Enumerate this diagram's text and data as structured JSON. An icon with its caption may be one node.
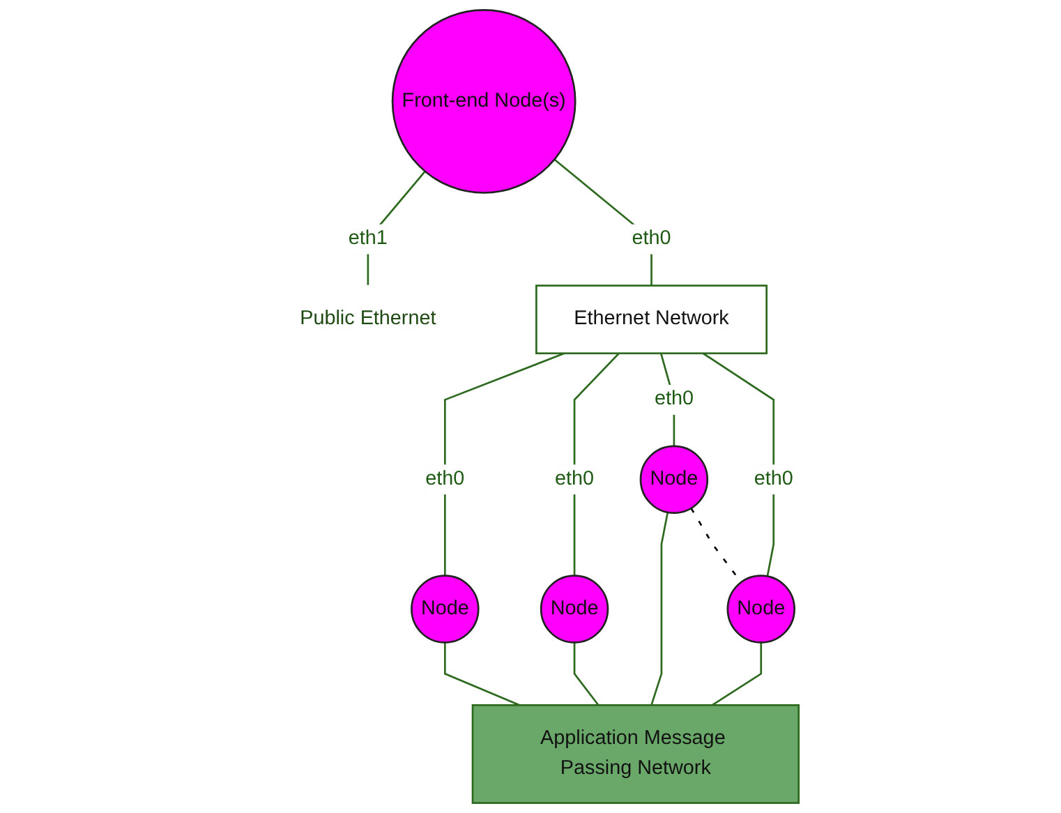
{
  "diagram": {
    "nodes": [
      {
        "text": [
          "Front-end Node(s)"
        ]
      },
      {
        "text": [
          "Public Ethernet"
        ]
      },
      {
        "text": [
          "Ethernet Network"
        ]
      },
      {
        "text": [
          "Node"
        ]
      },
      {
        "text": [
          "Node"
        ]
      },
      {
        "text": [
          "Node"
        ]
      },
      {
        "text": [
          "Node"
        ]
      },
      {
        "text": [
          "Application Message Passing Network"
        ]
      }
    ],
    "edges": [
      {
        "from": 0,
        "to": 1,
        "arrow": "none",
        "label": "eth1"
      },
      {
        "from": 0,
        "to": 2,
        "arrow": "none",
        "label": "eth0"
      },
      {
        "from": 2,
        "to": 3,
        "arrow": "none",
        "label": "eth0"
      },
      {
        "from": 2,
        "to": 4,
        "arrow": "none",
        "label": "eth0"
      },
      {
        "from": 2,
        "to": 5,
        "arrow": "none",
        "label": "eth0"
      },
      {
        "from": 2,
        "to": 6,
        "arrow": "none",
        "label": "eth0"
      },
      {
        "from": 3,
        "to": 7,
        "arrow": "none"
      },
      {
        "from": 4,
        "to": 7,
        "arrow": "none"
      },
      {
        "from": 5,
        "to": 7,
        "arrow": "none"
      },
      {
        "from": 6,
        "to": 7,
        "arrow": "none"
      },
      {
        "from": 5,
        "to": 6,
        "arrow": "none",
        "style": "dashed",
        "color": "#000000"
      }
    ]
  }
}
